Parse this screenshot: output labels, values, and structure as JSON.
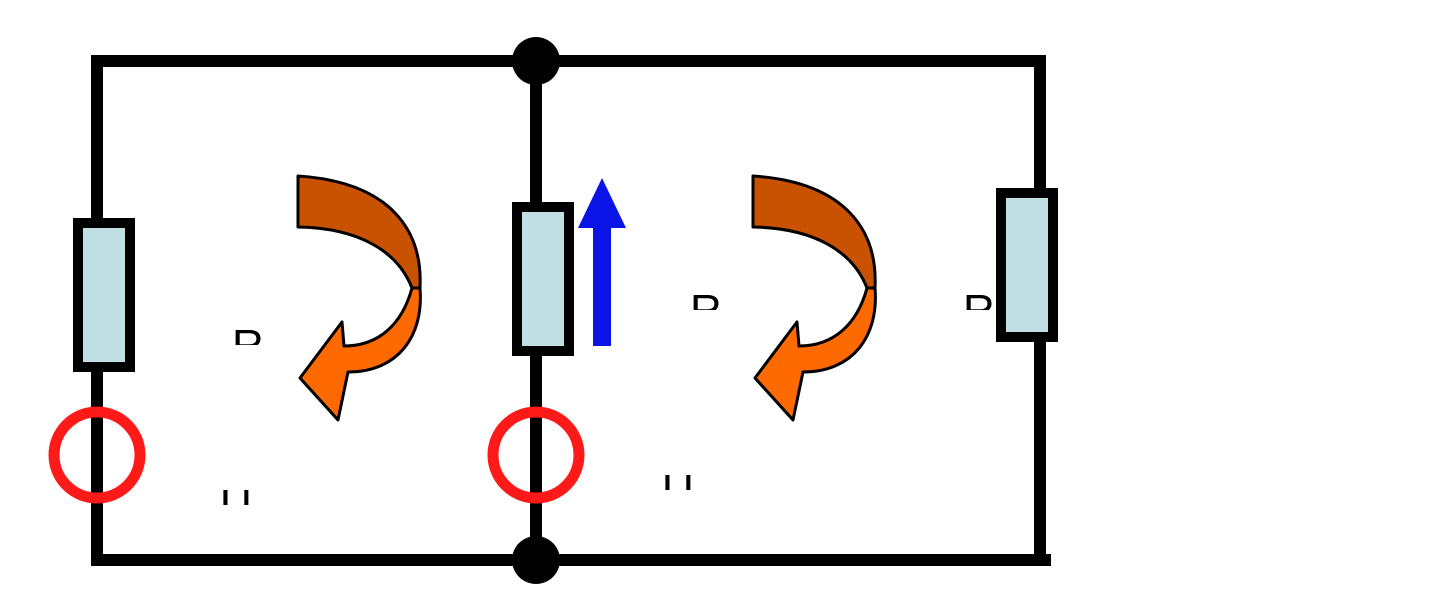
{
  "diagram": {
    "labels": {
      "r1": "R",
      "r2": "R",
      "r3": "R",
      "u1": "U",
      "u2": "U"
    },
    "colors": {
      "wire": "#000000",
      "resistor_fill": "#bfdfe2",
      "source_ring": "#ff1a1a",
      "mesh_arrow_dark": "#c85200",
      "mesh_arrow_light": "#ff6a00",
      "current_arrow": "#0a14e6"
    },
    "icons": [
      "mesh-arrow-icon",
      "current-arrow-icon",
      "node-dot",
      "voltage-source-icon",
      "resistor-icon"
    ]
  }
}
